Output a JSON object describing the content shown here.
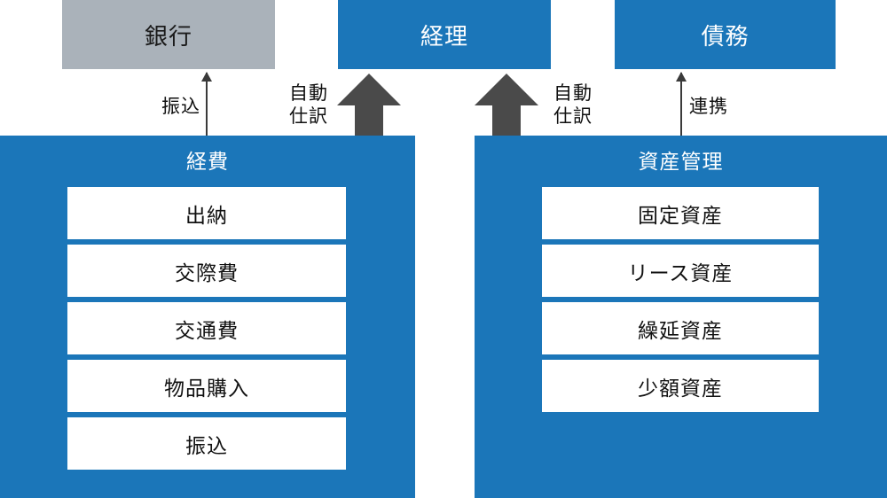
{
  "colors": {
    "brand_blue": "#1b76b9",
    "external_gray": "#aab2ba",
    "arrow_gray": "#4a4a4a",
    "item_white": "#ffffff",
    "text_dark": "#111111"
  },
  "top_entities": [
    {
      "id": "bank",
      "label": "銀行",
      "style": "gray"
    },
    {
      "id": "keiri",
      "label": "経理",
      "style": "blue"
    },
    {
      "id": "saimu",
      "label": "債務",
      "style": "blue"
    }
  ],
  "panels": [
    {
      "id": "keihi",
      "title": "経費",
      "items": [
        {
          "label": "出納"
        },
        {
          "label": "交際費"
        },
        {
          "label": "交通費"
        },
        {
          "label": "物品購入"
        },
        {
          "label": "振込"
        }
      ]
    },
    {
      "id": "shisan",
      "title": "資産管理",
      "items": [
        {
          "label": "固定資産"
        },
        {
          "label": "リース資産"
        },
        {
          "label": "繰延資産"
        },
        {
          "label": "少額資産"
        }
      ]
    }
  ],
  "connectors": [
    {
      "id": "furikomi",
      "label": "振込",
      "arrow_style": "thin",
      "from": "経費",
      "to": "銀行"
    },
    {
      "id": "jidou-shiwake-left",
      "label": "自動\n仕訳",
      "arrow_style": "block",
      "from": "経費",
      "to": "経理"
    },
    {
      "id": "jidou-shiwake-right",
      "label": "自動\n仕訳",
      "arrow_style": "block",
      "from": "資産管理",
      "to": "経理"
    },
    {
      "id": "renkei",
      "label": "連携",
      "arrow_style": "thin",
      "from": "資産管理",
      "to": "債務"
    }
  ]
}
